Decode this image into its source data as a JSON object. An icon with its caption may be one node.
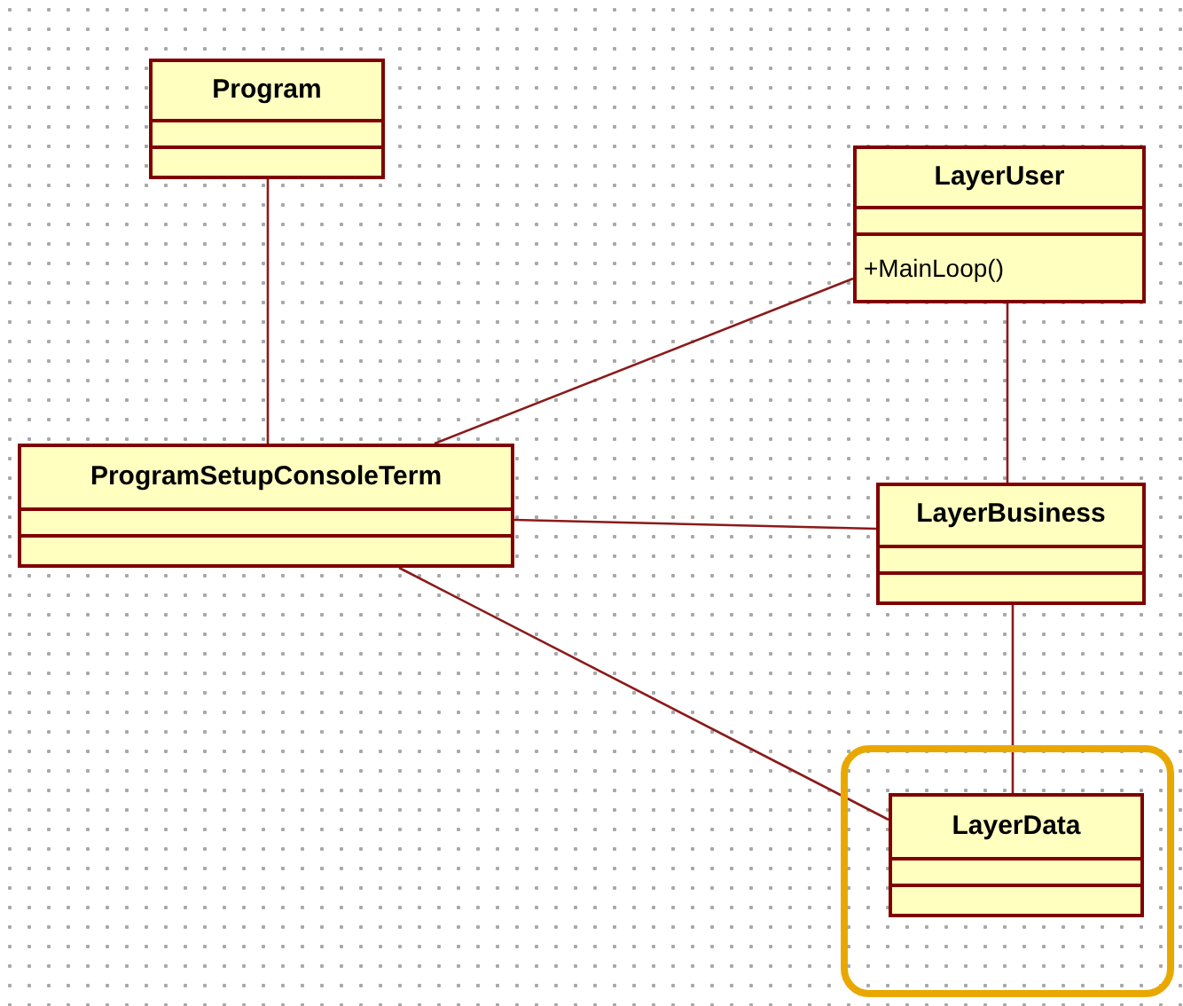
{
  "diagram": {
    "nodes": [
      {
        "text": [
          "Program"
        ]
      },
      {
        "text": [
          "LayerUser",
          "+MainLoop()"
        ]
      },
      {
        "text": [
          "ProgramSetupConsoleTerm"
        ]
      },
      {
        "text": [
          "LayerBusiness"
        ]
      },
      {
        "text": [],
        "shape": "box"
      },
      {
        "text": [
          "LayerData"
        ],
        "in": 4
      }
    ],
    "edges": [
      {
        "from": 0,
        "to": 2,
        "arrow": "none"
      },
      {
        "from": 1,
        "to": 2,
        "arrow": "none"
      },
      {
        "from": 1,
        "to": 3,
        "arrow": "none"
      },
      {
        "from": 2,
        "to": 3,
        "arrow": "none"
      },
      {
        "from": 2,
        "to": 5,
        "arrow": "none"
      },
      {
        "from": 3,
        "to": 5,
        "arrow": "none"
      }
    ]
  }
}
